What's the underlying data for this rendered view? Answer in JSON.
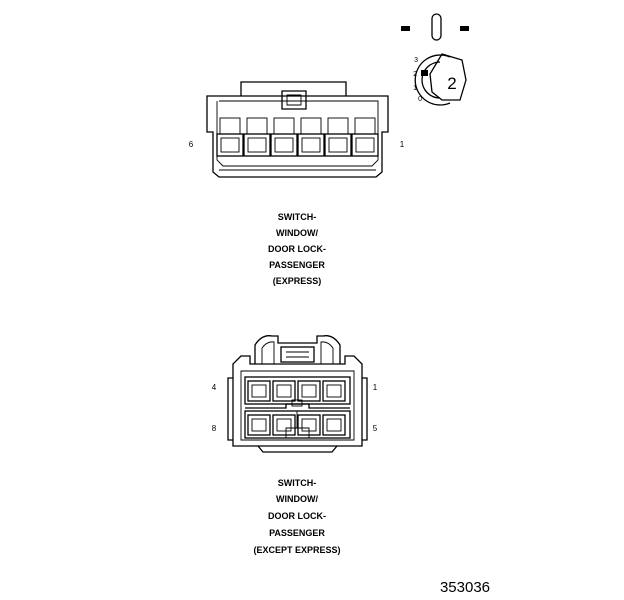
{
  "connector_top": {
    "pin_left": "6",
    "pin_right": "1",
    "label_lines": [
      "SWITCH-",
      "WINDOW/",
      "DOOR LOCK-",
      "PASSENGER",
      "(EXPRESS)"
    ]
  },
  "connector_bottom": {
    "pin_top_left": "4",
    "pin_top_right": "1",
    "pin_bottom_left": "8",
    "pin_bottom_right": "5",
    "label_lines": [
      "SWITCH-",
      "WINDOW/",
      "DOOR LOCK-",
      "PASSENGER",
      "(EXCEPT EXPRESS)"
    ]
  },
  "rotary_switch": {
    "number": "2",
    "positions": [
      "3",
      "2",
      "1",
      "0"
    ]
  },
  "figure_number": "353036"
}
